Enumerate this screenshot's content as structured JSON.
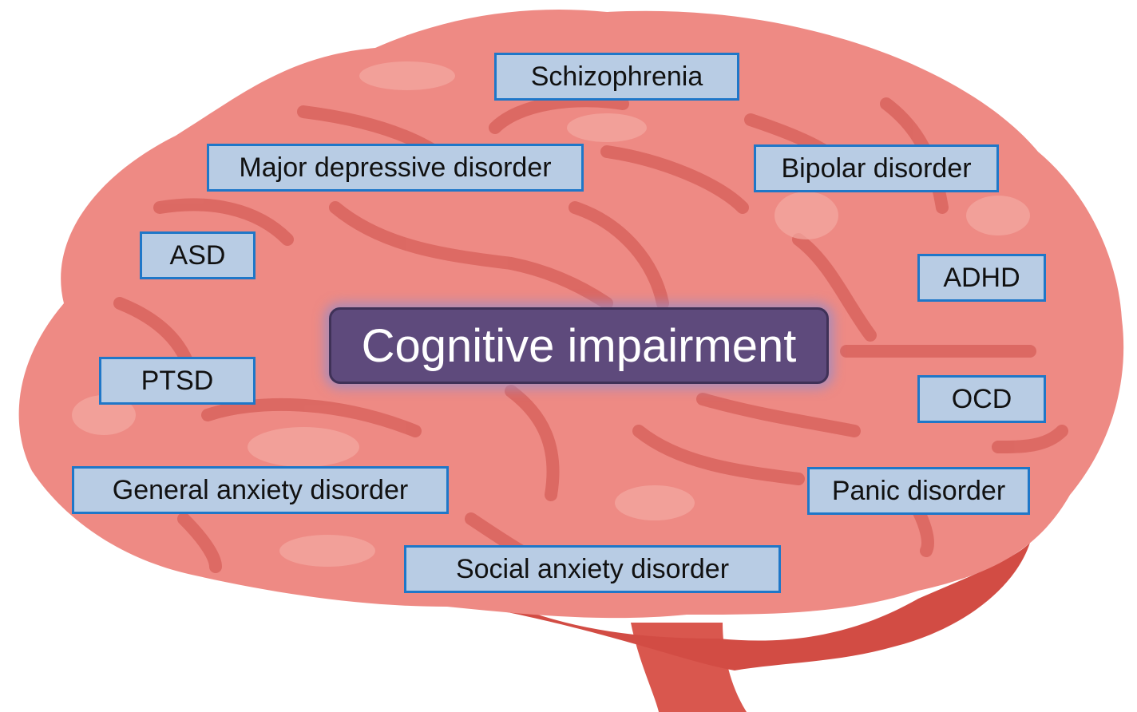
{
  "center_label": "Cognitive impairment",
  "disorders": {
    "schizophrenia": "Schizophrenia",
    "mdd": "Major depressive disorder",
    "bipolar": "Bipolar disorder",
    "asd": "ASD",
    "adhd": "ADHD",
    "ptsd": "PTSD",
    "ocd": "OCD",
    "gad": "General anxiety disorder",
    "panic": "Panic disorder",
    "social": "Social anxiety disorder"
  },
  "colors": {
    "brain": "#ee8a84",
    "brain_dark": "#d9534b",
    "sulci": "#d9645e",
    "label_fill": "#b8cce4",
    "label_border": "#1f77c8",
    "center_fill": "#5e4a7c"
  }
}
